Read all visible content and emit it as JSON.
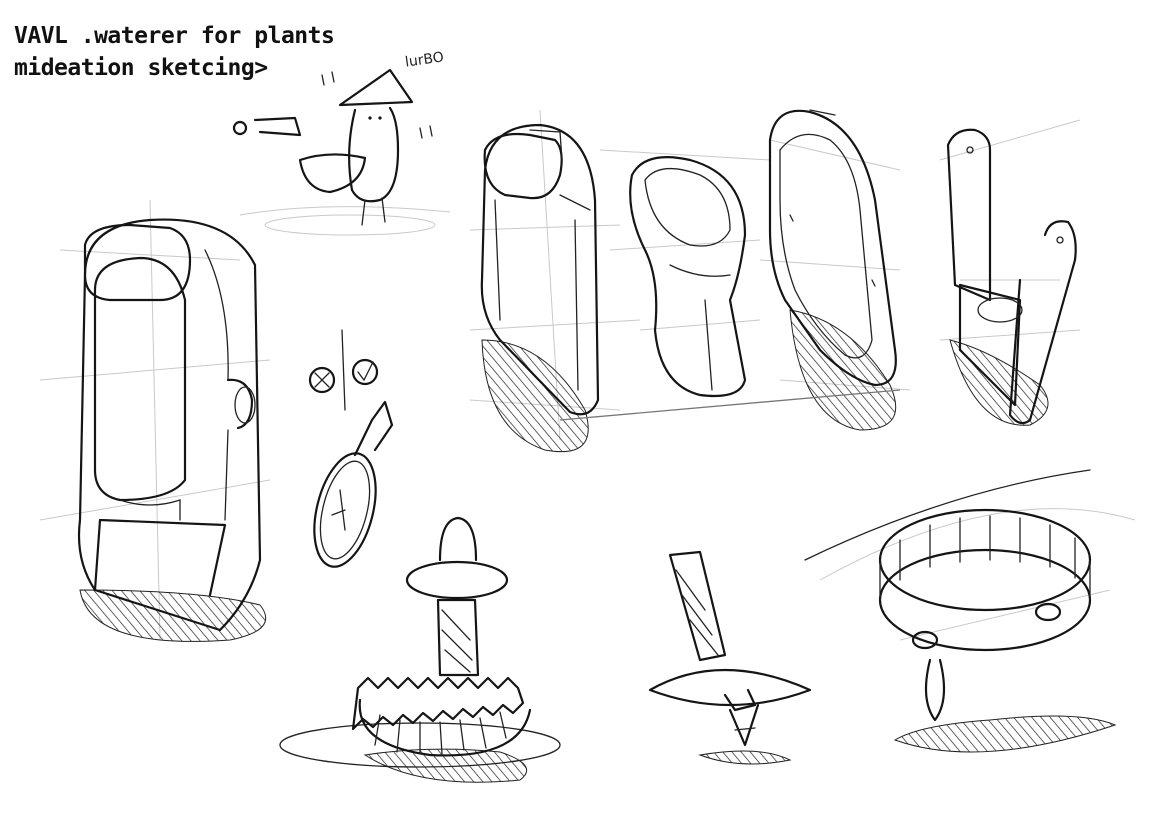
{
  "title": {
    "line1": "VAVL .waterer for plants",
    "line2": "mideation sketcing>"
  },
  "annotations": {
    "character_label": "lurBO"
  },
  "palette": {
    "ink": "#151515",
    "construction": "#c9c9c9",
    "paper": "#ffffff"
  }
}
